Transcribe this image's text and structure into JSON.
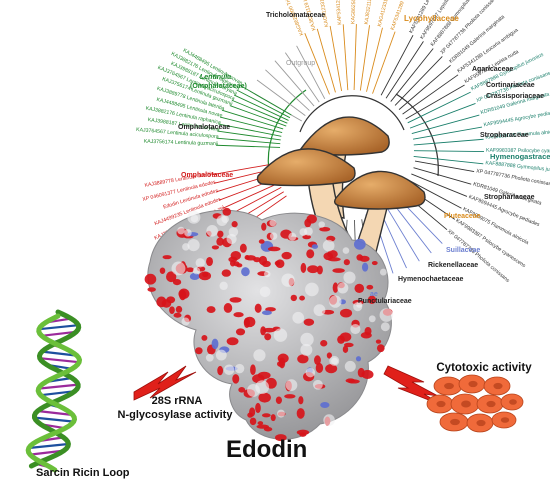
{
  "title": "Edodin",
  "activities": {
    "rrna_line1": "28S rRNA",
    "rrna_line2": "N-glycosylase activity",
    "cytotoxic": "Cytotoxic activity",
    "srl": "Sarcin Ricin Loop"
  },
  "families": {
    "tricholomataceae": "Tricholomataceae",
    "lyophyllaceae": "Lyophyllaceae",
    "outgroup": "Outgroup",
    "lentinula": "Lentinula",
    "omphalotaceae_paren": "(Omphalotaceae)",
    "agaricaceae": "Agaricaceae",
    "cortinariaceae": "Cortinariaceae",
    "crassisporiaceae": "Crassisporiaceae",
    "omphalotaceae_1": "Omphalotaceae",
    "stropharaceae_1": "Stropharaceae",
    "hymenogastraceae": "Hymenogastraceae",
    "omphalotaceae_2": "Omphalotaceae",
    "strophariaceae_2": "Strophariaceae",
    "pluteaceae": "Pluteaceae",
    "suillaceae": "Suillaceae",
    "rickenellaceae": "Rickenellaceae",
    "hymenochaetaceae": "Hymenochaetaceae",
    "punctulariaceae": "Punctulariaceae",
    "ae": "ae"
  },
  "taxa_left": [
    "KAJ3756174 Lentinula guzmanii",
    "KAJ3764567 Lentinula aciculospora",
    "KAJ3988187 Lentinula boryana",
    "KAJ3882176 Lentinula raphanica",
    "KAJ4488495 Lentinula novae",
    "KAJ3889778 Lentinula lateritia",
    "XP 046091377 Lentinula edodes",
    "Edodin Lentinula edodes",
    "KAJ4499235 Lentinula edodes",
    "KAJ3908306 Lentinula novae-zel",
    "KAJ3905738 Lentinula boryana",
    "KAJ4468926 Lentinula raphanica",
    "KAJ3867876 D1 Lentinula lateritia"
  ],
  "taxa_right": [
    "KAG8625000 Tricholoma furcaticium",
    "KAJ8321119 Lyophyllum shimeji",
    "KAG4123318 Lyophyllum decastes",
    "KAF5341289 Leucaria ambigua",
    "KAF9597207 Lepista nuda",
    "KAF8887888 Gymnopilus junonius",
    "XP 047787736 Pholiota conissans",
    "KDR81049 Galerina marginata",
    "KAF9594445 Agrocybe pediades",
    "KAF9959075 Flammula alnicola",
    "KAF9983387 Psilocybe cyanescens"
  ],
  "colors": {
    "lentinula_green": "#1f8a2e",
    "omphalotaceae_red": "#d21d1d",
    "lyophyllaceae_orange": "#d98b1c",
    "hymenogastraceae_teal": "#1a7f6b",
    "outgroup_gray": "#9a9a9a",
    "suillaceae_blue": "#6c7fd0",
    "protein_surface": "#b9b9bb",
    "oxygen_red": "#d7141a",
    "nitrogen_blue": "#5e6fd0",
    "mushroom_cap": "#c8843e",
    "mushroom_stem": "#f4d7b3",
    "cell_orange": "#f06a3a",
    "lightning_red": "#e0201a",
    "rna_green": "#3b8f24",
    "rna_purple": "#9b2a9b"
  }
}
